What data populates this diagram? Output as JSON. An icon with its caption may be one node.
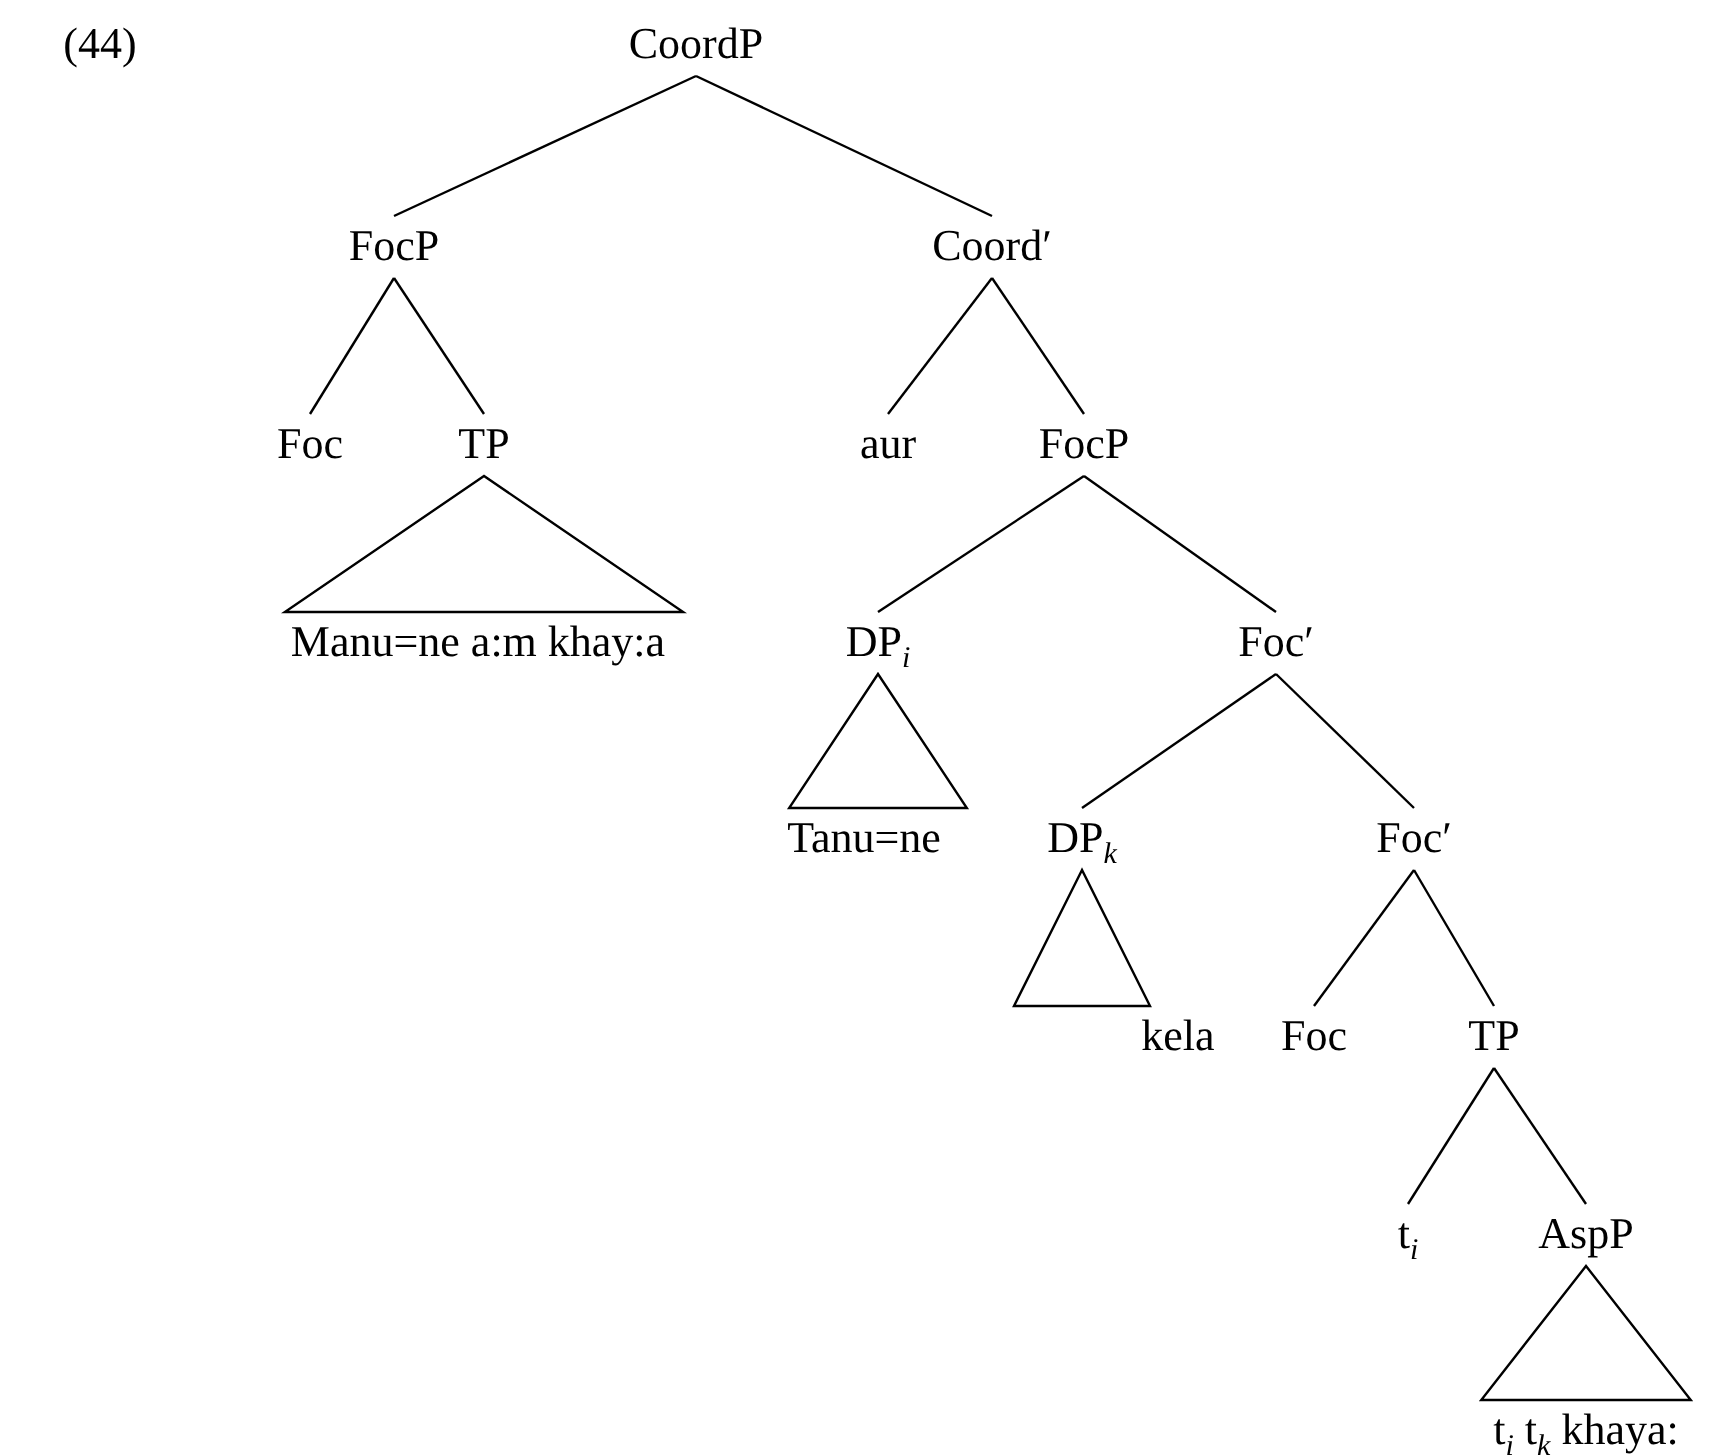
{
  "diagram": {
    "nodes": [
      {
        "text": [
          "CoordP"
        ]
      },
      {
        "text": [
          "FocP"
        ]
      },
      {
        "text": [
          "Coord′"
        ]
      },
      {
        "text": [
          "Foc"
        ]
      },
      {
        "text": [
          "TP"
        ]
      },
      {
        "text": [
          "aur"
        ]
      },
      {
        "text": [
          "FocP"
        ]
      },
      {
        "text": [
          "Manu=ne a:m khay:a"
        ]
      },
      {
        "text": [
          "DP$_{i}$"
        ]
      },
      {
        "text": [
          "Foc′"
        ]
      },
      {
        "text": [
          "Tanu=ne"
        ]
      },
      {
        "text": [
          "DP$_{k}$"
        ]
      },
      {
        "text": [
          "Foc′"
        ]
      },
      {
        "text": [
          "kela"
        ]
      },
      {
        "text": [
          "Foc"
        ]
      },
      {
        "text": [
          "TP"
        ]
      },
      {
        "text": [
          "t$_{i}$"
        ]
      },
      {
        "text": [
          "AspP"
        ]
      },
      {
        "text": [
          "t$_{i}$ t$_{k}$ khaya:"
        ]
      }
    ],
    "edges": [
      {
        "from": 0,
        "to": 1,
        "arrow": "none"
      },
      {
        "from": 0,
        "to": 2,
        "arrow": "none"
      },
      {
        "from": 1,
        "to": 3,
        "arrow": "none"
      },
      {
        "from": 1,
        "to": 4,
        "arrow": "none"
      },
      {
        "from": 4,
        "to": 7,
        "arrow": "none"
      },
      {
        "from": 2,
        "to": 5,
        "arrow": "none"
      },
      {
        "from": 2,
        "to": 6,
        "arrow": "none"
      },
      {
        "from": 6,
        "to": 8,
        "arrow": "none"
      },
      {
        "from": 6,
        "to": 9,
        "arrow": "none"
      },
      {
        "from": 8,
        "to": 10,
        "arrow": "none"
      },
      {
        "from": 9,
        "to": 11,
        "arrow": "none"
      },
      {
        "from": 9,
        "to": 12,
        "arrow": "none"
      },
      {
        "from": 11,
        "to": 13,
        "arrow": "none"
      },
      {
        "from": 12,
        "to": 14,
        "arrow": "none"
      },
      {
        "from": 12,
        "to": 15,
        "arrow": "none"
      },
      {
        "from": 15,
        "to": 16,
        "arrow": "none"
      },
      {
        "from": 15,
        "to": 17,
        "arrow": "none"
      },
      {
        "from": 17,
        "to": 18,
        "arrow": "none"
      }
    ],
    "labels": [
      "(44)"
    ]
  }
}
